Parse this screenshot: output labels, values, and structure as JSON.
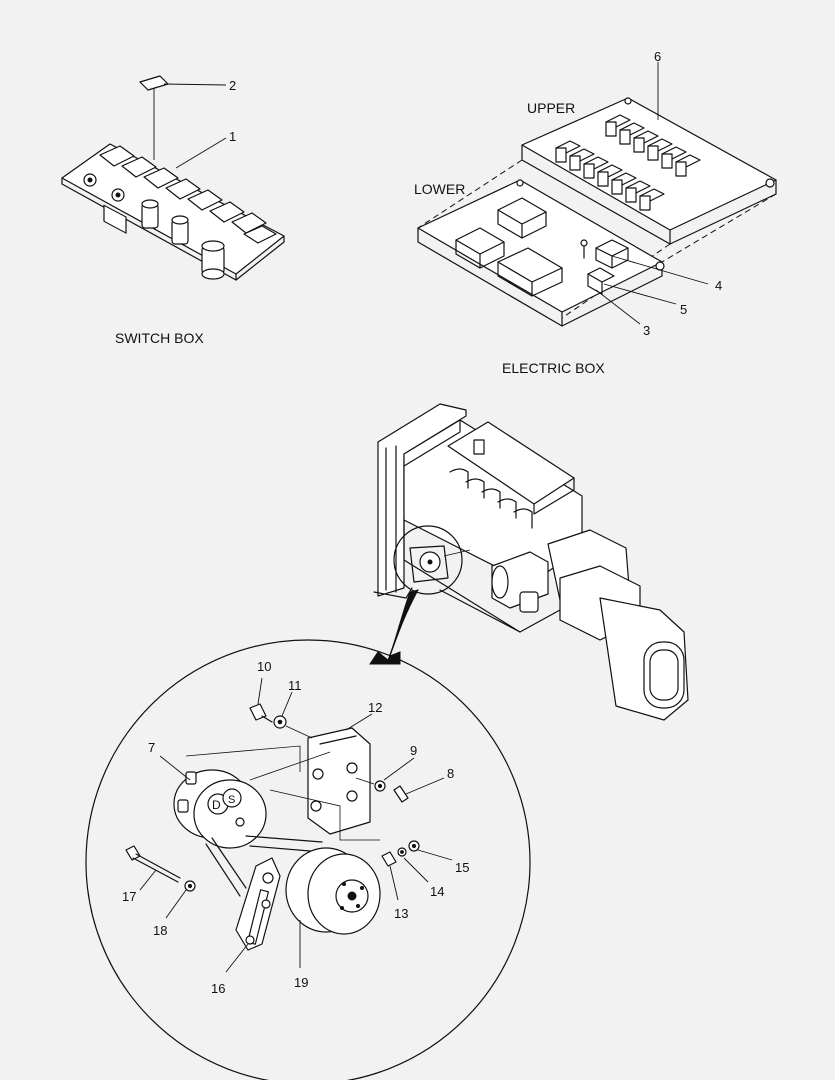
{
  "captions": {
    "switch_box": "SWITCH BOX",
    "electric_box": "ELECTRIC BOX",
    "upper": "UPPER",
    "lower": "LOWER"
  },
  "callouts": {
    "c1": "1",
    "c2": "2",
    "c3": "3",
    "c4": "4",
    "c5": "5",
    "c6": "6",
    "c7": "7",
    "c8": "8",
    "c9": "9",
    "c10": "10",
    "c11": "11",
    "c12": "12",
    "c13": "13",
    "c14": "14",
    "c15": "15",
    "c16": "16",
    "c17": "17",
    "c18": "18",
    "c19": "19"
  },
  "alternator_marks": {
    "d": "D",
    "s": "S"
  },
  "colors": {
    "background": "#f2f2f2",
    "ink": "#111111"
  }
}
